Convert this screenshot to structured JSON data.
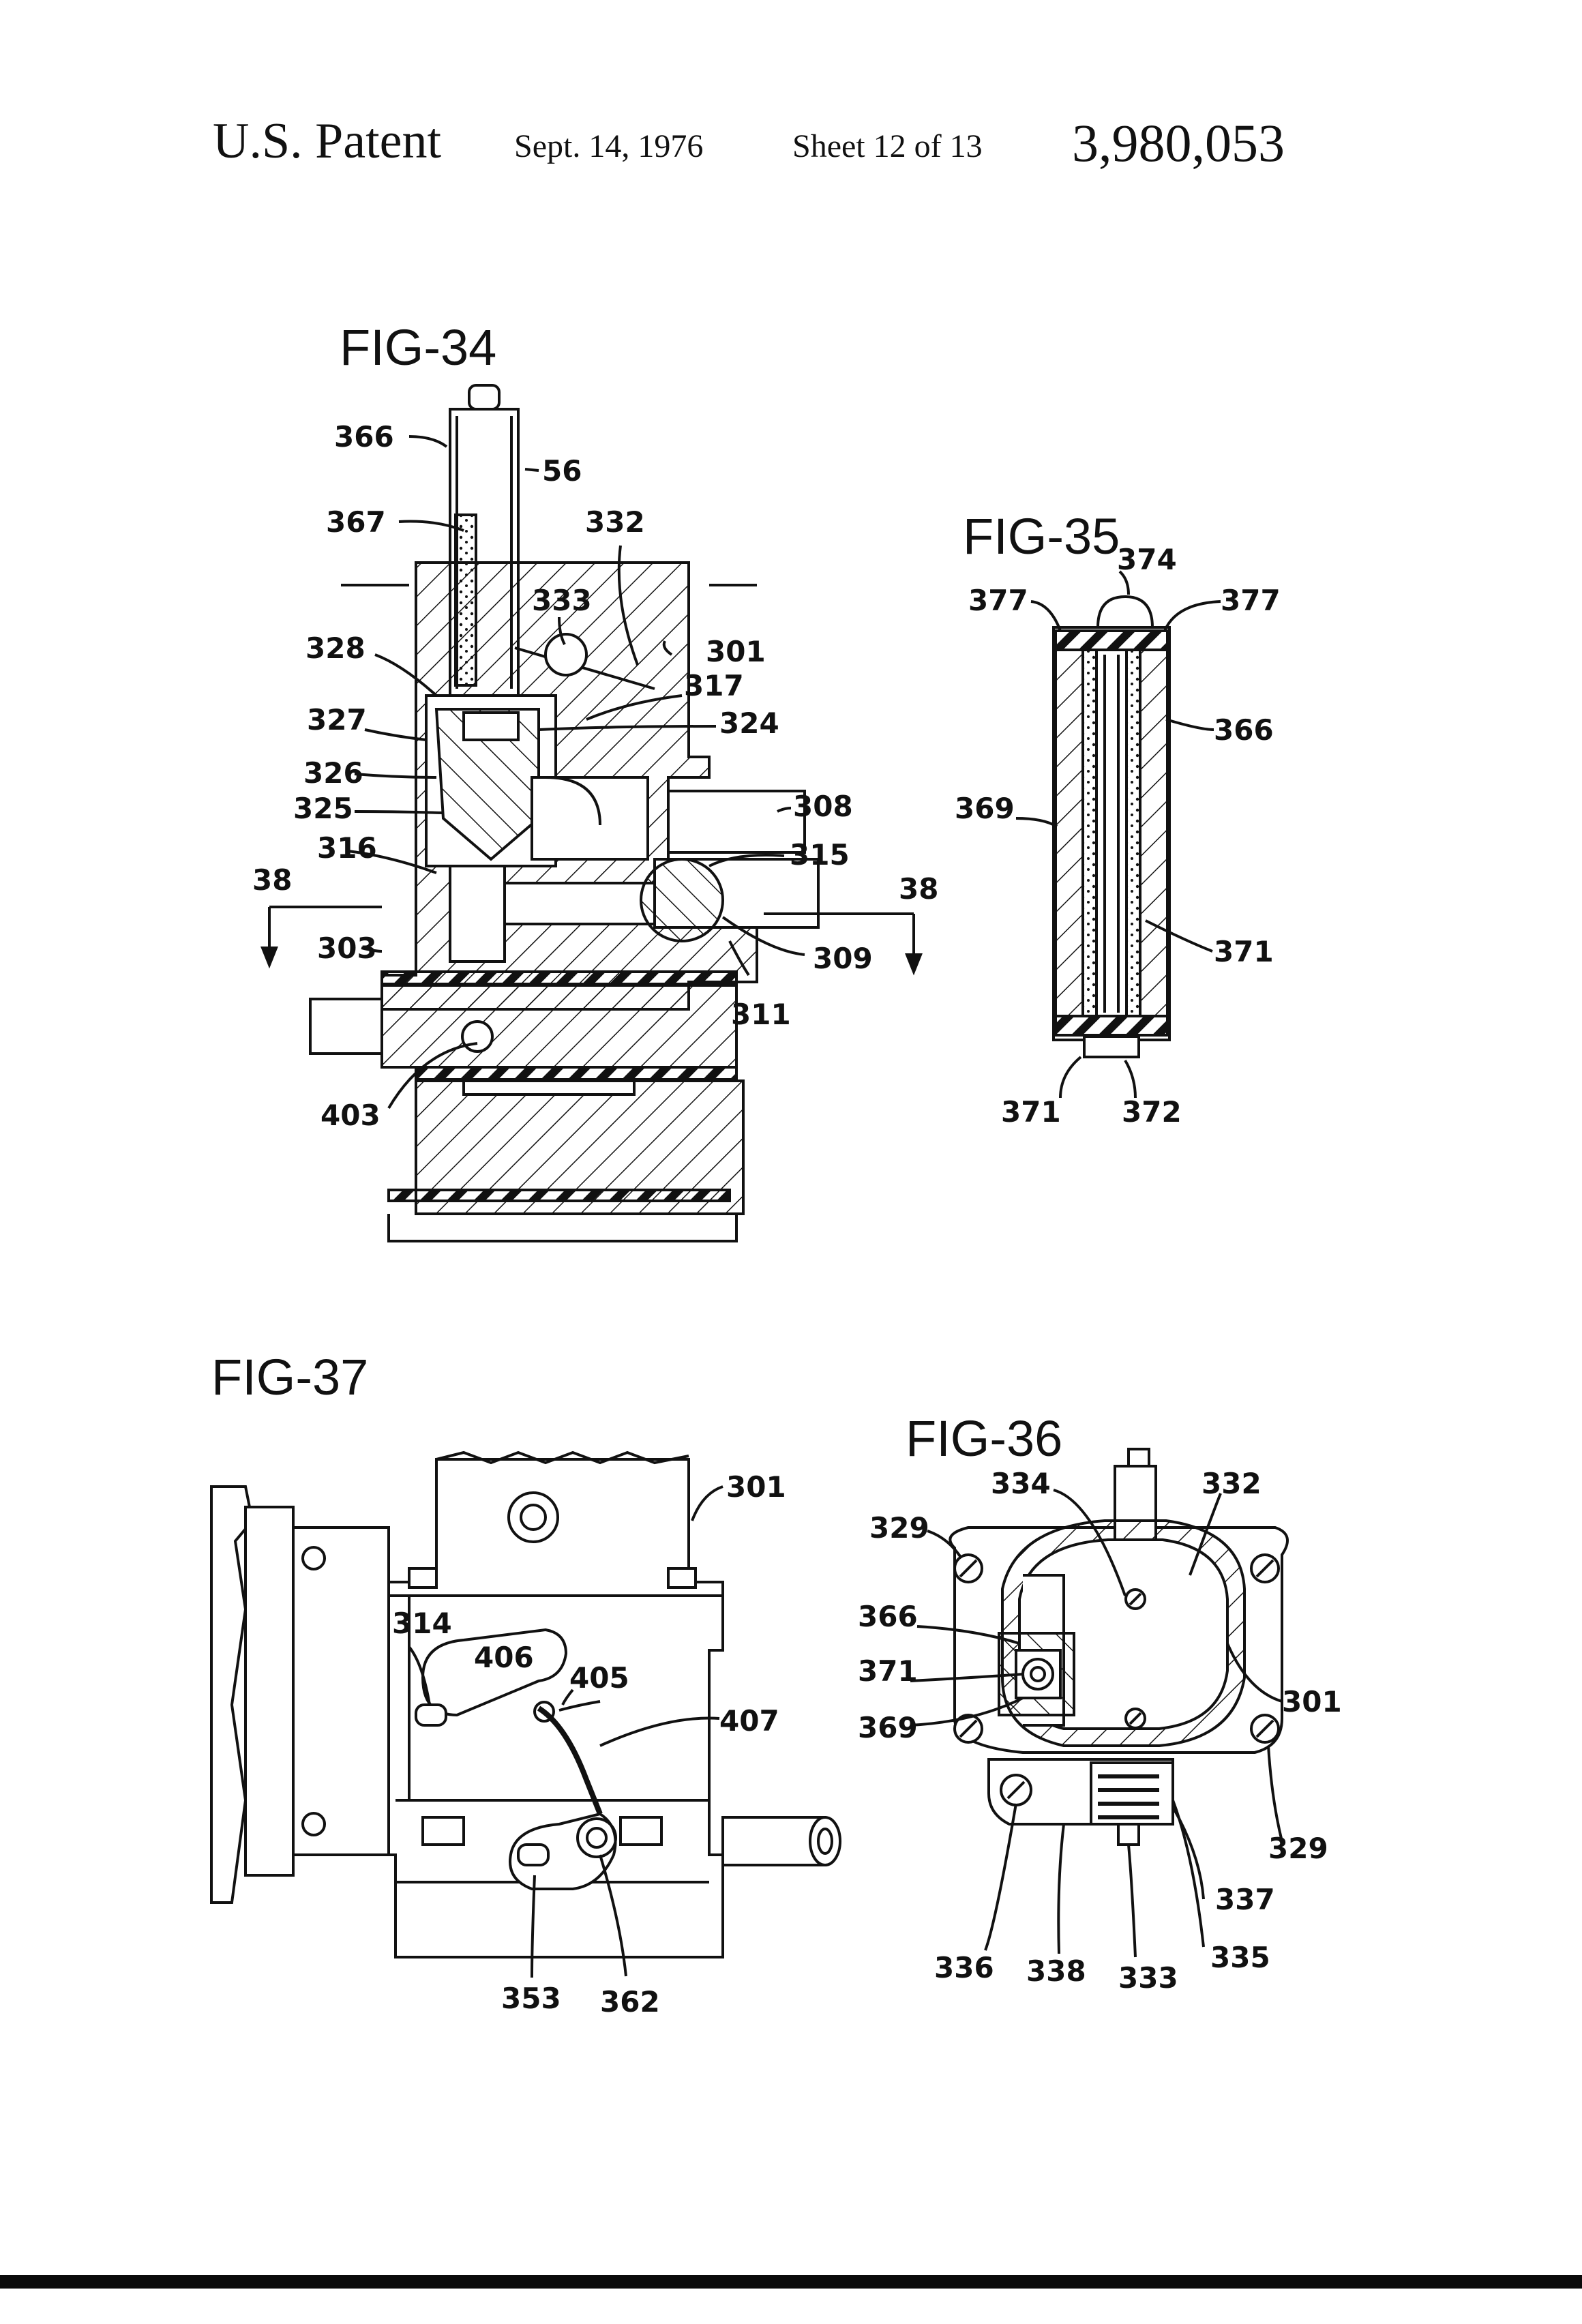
{
  "header": {
    "publisher": "U.S. Patent",
    "date": "Sept. 14, 1976",
    "sheet": "Sheet 12 of 13",
    "patent_number": "3,980,053"
  },
  "figures": {
    "fig34": {
      "title": "FIG-34",
      "labels": {
        "l366": "366",
        "l56": "56",
        "l367": "367",
        "l332": "332",
        "l333": "333",
        "l301": "301",
        "l328": "328",
        "l317": "317",
        "l327": "327",
        "l324": "324",
        "l326": "326",
        "l325": "325",
        "l308": "308",
        "l316": "316",
        "l315": "315",
        "l38a": "38",
        "l38b": "38",
        "l303": "303",
        "l309": "309",
        "l311": "311",
        "l403": "403"
      }
    },
    "fig35": {
      "title": "FIG-35",
      "labels": {
        "l374": "374",
        "l377a": "377",
        "l377b": "377",
        "l366": "366",
        "l369": "369",
        "l371a": "371",
        "l371b": "371",
        "l372": "372"
      }
    },
    "fig37": {
      "title": "FIG-37",
      "labels": {
        "l301": "301",
        "l314": "314",
        "l406": "406",
        "l405": "405",
        "l407": "407",
        "l353": "353",
        "l362": "362"
      }
    },
    "fig36": {
      "title": "FIG-36",
      "labels": {
        "l334": "334",
        "l332": "332",
        "l329a": "329",
        "l366": "366",
        "l371": "371",
        "l369": "369",
        "l301": "301",
        "l329b": "329",
        "l337": "337",
        "l336": "336",
        "l338": "338",
        "l333": "333",
        "l335": "335"
      }
    }
  }
}
